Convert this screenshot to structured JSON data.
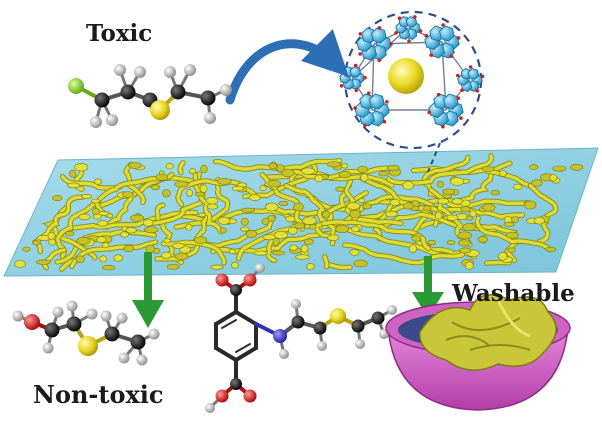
{
  "labels": {
    "toxic": "Toxic",
    "non_toxic": "Non-toxic",
    "washable": "Washable"
  },
  "colors": {
    "background": "#ffffff",
    "substrate_sheet": "#8fd0e2",
    "fiber_network": "#d6d630",
    "mof_cluster": "#3fb8e6",
    "sulfur_atom": "#e6d31c",
    "chlorine_atom": "#8bd62a",
    "carbon_atom": "#111111",
    "hydrogen_atom": "#c8c8c8",
    "oxygen_atom": "#e02020",
    "nitrogen_atom": "#3030d0",
    "curved_arrow": "#2d6fb4",
    "down_arrow": "#2b9a34",
    "basin": "#d65bc8",
    "fabric": "#c9c63a"
  },
  "icons": {
    "mof_zoom": "mof-cluster-with-sulfur-guest",
    "cees": "2-chloroethyl-ethyl-sulfide-molecule",
    "heets": "2-hydroxyethyl-ethyl-sulfide-molecule",
    "adduct": "aminated-sulfide-adduct-molecule",
    "basin": "wash-basin-with-fabric"
  }
}
